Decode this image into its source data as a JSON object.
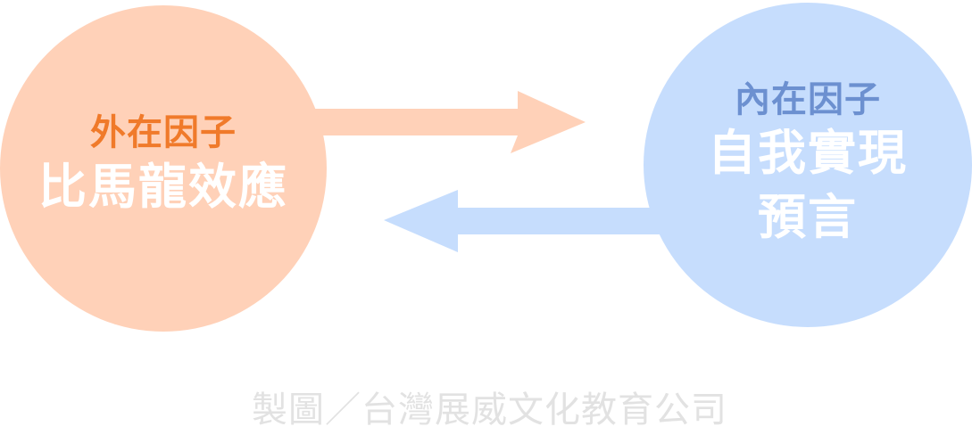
{
  "left_node": {
    "subtitle": "外在因子",
    "title": "比馬龍效應"
  },
  "right_node": {
    "subtitle": "內在因子",
    "title_line1": "自我實現",
    "title_line2": "預言"
  },
  "credit": "製圖／台灣展威文化教育公司",
  "colors": {
    "left_circle": "#FFD1B8",
    "left_subtitle": "#F07A2A",
    "right_circle": "#C6DDFD",
    "right_subtitle": "#6C90D0",
    "title_text": "#FFFFFF",
    "credit_text": "#E2E2E2"
  }
}
